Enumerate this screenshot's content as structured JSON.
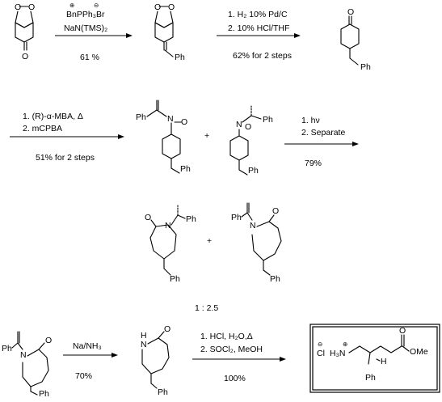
{
  "step1": {
    "reagent_line1": "BnPPh₃Br",
    "reagent_line2": "NaN(TMS)₂",
    "yield": "61 %",
    "charges": [
      "⊕",
      "⊖"
    ]
  },
  "step2": {
    "line1": "1. H₂ 10% Pd/C",
    "line2": "2. 10% HCl/THF",
    "yield": "62% for 2 steps"
  },
  "step3": {
    "line1": "1. (R)-α-MBA, Δ",
    "line2": "2. mCPBA",
    "yield": "51% for 2 steps"
  },
  "step4": {
    "line1": "1. hν",
    "line2": "2. Separate",
    "yield": "79%"
  },
  "step5": {
    "reagent": "Na/NH₃",
    "yield": "70%"
  },
  "step6": {
    "line1": "1. HCl, H₂O,Δ",
    "line2": "2. SOCl₂, MeOH",
    "yield": "100%"
  },
  "ratio": "1 : 2.5",
  "atoms": {
    "O": "O",
    "Ph": "Ph",
    "N": "N",
    "H": "H",
    "NH": "N",
    "OMe": "OMe",
    "plus": "+",
    "Cl_minus": "Cl",
    "H3N_plus": "H₃N"
  }
}
